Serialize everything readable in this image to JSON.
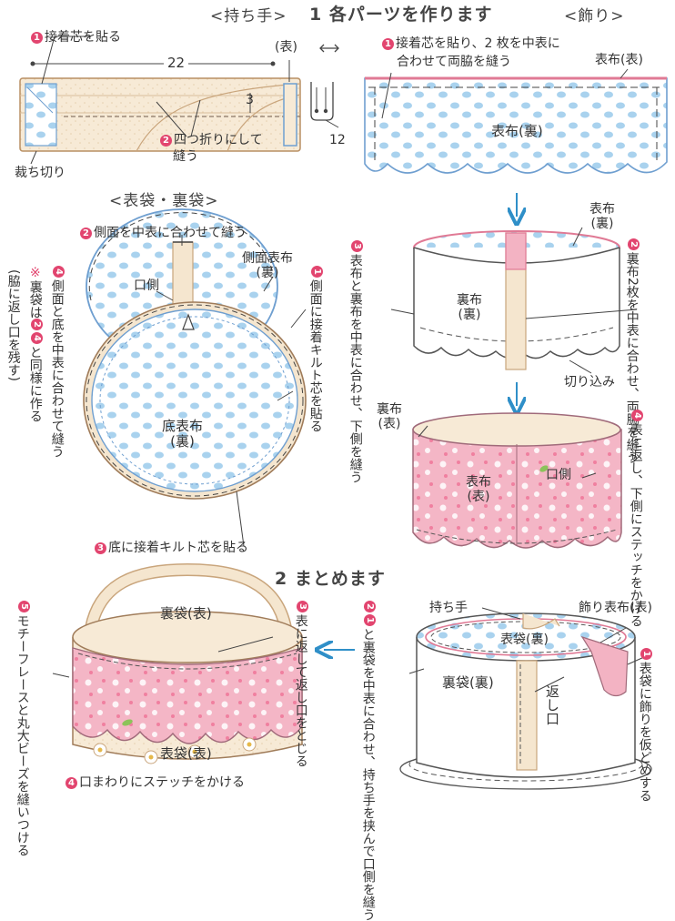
{
  "section1": {
    "title": "1 各パーツを作ります",
    "handle": {
      "heading": "<持ち手>",
      "step1_num": "1",
      "step1": "接着芯を貼る",
      "dim_length": "22",
      "dim_width": "3",
      "dim_folded": "12",
      "front": "(表)",
      "step2_num": "2",
      "step2_line1": "四つ折りにして",
      "step2_line2": "縫う",
      "trim": "裁ち切り"
    },
    "decoration": {
      "heading": "<飾り>",
      "step1_num": "1",
      "step1_line1": "接着芯を貼り、2 枚を中表に",
      "step1_line2": "合わせて両脇を縫う",
      "outer_front": "表布(表)",
      "outer_back": "表布(裏)",
      "step2_num": "2",
      "step2": "裏布2枚を中表に合わせ、両脇を縫う",
      "step3_num": "3",
      "step3": "表布と裏布を中表に合わせ、下側を縫う",
      "outer_back_2_line1": "表布",
      "outer_back_2_line2": "(裏)",
      "lining_back_line1": "裏布",
      "lining_back_line2": "(裏)",
      "notch": "切り込み",
      "lining_front_line1": "裏布",
      "lining_front_line2": "(表)",
      "outer_front_line1": "表布",
      "outer_front_line2": "(表)",
      "opening": "口側",
      "step4_num": "4",
      "step4": "表に返し、下側にステッチをかける"
    },
    "bags": {
      "heading": "<表袋・裏袋>",
      "step2_num": "2",
      "step2": "側面を中表に合わせて縫う",
      "opening": "口側",
      "side_outer_line1": "側面表布",
      "side_outer_line2": "(裏)",
      "step1_num": "1",
      "step1": "側面に接着キルト芯を貼る",
      "step4_num": "4",
      "step4": "側面と底を中表に合わせて縫う",
      "note_mark": "※",
      "note_pre": "裏袋は",
      "note_num2": "2",
      "note_num4": "4",
      "note_post": "と同様に作る",
      "note_sub": "(脇に返し口を残す)",
      "bottom_line1": "底表布",
      "bottom_line2": "(裏)",
      "step3_num": "3",
      "step3": "底に接着キルト芯を貼る"
    }
  },
  "section2": {
    "title": "2 まとめます",
    "right": {
      "handle": "持ち手",
      "decoration_front": "飾り表布(表)",
      "inner_front": "表袋(裏)",
      "inner_back": "裏袋(裏)",
      "return_opening": "返し口",
      "step1_num": "1",
      "step1": "表袋に飾りを仮どめする",
      "step2_num_a": "2",
      "step2_num_b": "1",
      "step2": "と裏袋を中表に合わせ、持ち手を挟んで口側を縫う"
    },
    "left": {
      "lining_front": "裏袋(表)",
      "outer_front": "表袋(表)",
      "step3_num": "3",
      "step3": "表に返して返し口をとじる",
      "step4_num": "4",
      "step4": "口まわりにステッチをかける",
      "step5_num": "5",
      "step5": "モチーフレースと丸大ビーズを縫いつける"
    }
  },
  "colors": {
    "fabric": "#f5e6cf",
    "fabric_edge": "#c9a57c",
    "dots": "#9cc9ea",
    "lining_line": "#6f9fd0",
    "pink": "#f3b3c3",
    "pink_dark": "#e2456f",
    "leaf": "#8cc35a",
    "arrow": "#2f8fc8"
  }
}
